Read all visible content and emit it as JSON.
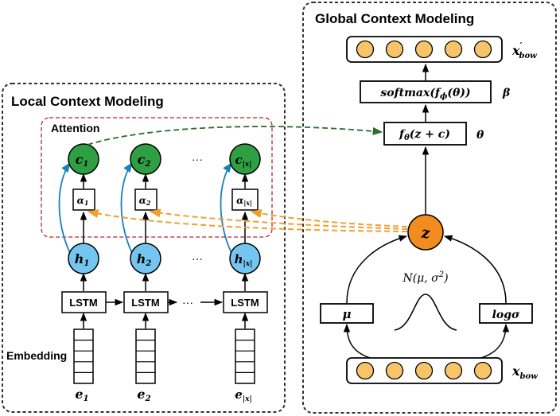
{
  "local": {
    "title": "Local Context Modeling",
    "attention_label": "Attention",
    "embedding_label": "Embedding",
    "lstm_label": "LSTM",
    "ellipsis": "···",
    "ellipsis_lstm": "···",
    "cols": [
      {
        "c_base": "c",
        "c_sub": "1",
        "a_base": "α",
        "a_sub": "1",
        "h_base": "h",
        "h_sub": "1",
        "e_base": "e",
        "e_sub": "1"
      },
      {
        "c_base": "c",
        "c_sub": "2",
        "a_base": "α",
        "a_sub": "2",
        "h_base": "h",
        "h_sub": "2",
        "e_base": "e",
        "e_sub": "2"
      },
      {
        "c_base": "c",
        "c_sub": "|x|",
        "a_base": "α",
        "a_sub": "|x|",
        "h_base": "h",
        "h_sub": "|x|",
        "e_base": "e",
        "e_sub": "|x|"
      }
    ]
  },
  "global": {
    "title": "Global Context Modeling",
    "xbow_prime_base": "x",
    "xbow_prime_mark": "′",
    "xbow_prime_sub": "bow",
    "softmax_label": "softmax(f",
    "softmax_sub": "ϕ",
    "softmax_tail": "(θ))",
    "beta": "β",
    "f_label": "f",
    "f_sub": "θ",
    "f_tail": "(z + c)",
    "theta": "θ",
    "z": "z",
    "normal_label": "N(μ,  σ",
    "normal_sup": "2",
    "normal_tail": ")",
    "mu": "μ",
    "logsigma": "logσ",
    "xbow_base": "x",
    "xbow_sub": "bow"
  },
  "colors": {
    "green": "#2ea043",
    "blue": "#74c6f0",
    "orange": "#f28c1e",
    "bow_circle": "#f7c46a",
    "attention_border": "#b8242a",
    "curve_blue": "#1b7fc1",
    "dash_green": "#2e6b2e",
    "dash_orange": "#f0a030"
  }
}
